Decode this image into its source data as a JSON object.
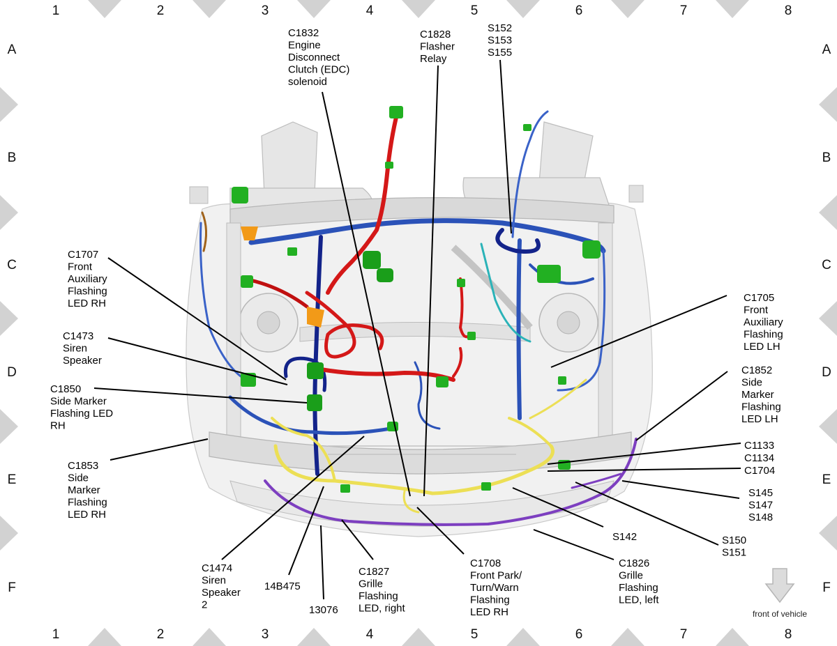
{
  "border": {
    "columns": [
      "1",
      "2",
      "3",
      "4",
      "5",
      "6",
      "7",
      "8"
    ],
    "rows": [
      "A",
      "B",
      "C",
      "D",
      "E",
      "F"
    ]
  },
  "callouts": [
    {
      "id": "c1832",
      "lines": [
        "C1832",
        "Engine",
        "Disconnect",
        "Clutch (EDC)",
        "solenoid"
      ]
    },
    {
      "id": "c1828",
      "lines": [
        "C1828",
        "Flasher",
        "Relay"
      ]
    },
    {
      "id": "s152",
      "lines": [
        "S152",
        "S153",
        "S155"
      ]
    },
    {
      "id": "c1707",
      "lines": [
        "C1707",
        "Front",
        "Auxiliary",
        "Flashing",
        "LED RH"
      ]
    },
    {
      "id": "c1473",
      "lines": [
        "C1473",
        "Siren",
        "Speaker"
      ]
    },
    {
      "id": "c1850",
      "lines": [
        "C1850",
        "Side Marker",
        "Flashing LED",
        "RH"
      ]
    },
    {
      "id": "c1853",
      "lines": [
        "C1853",
        "Side",
        "Marker",
        "Flashing",
        "LED RH"
      ]
    },
    {
      "id": "c1705",
      "lines": [
        "C1705",
        "Front",
        "Auxiliary",
        "Flashing",
        "LED LH"
      ]
    },
    {
      "id": "c1852",
      "lines": [
        "C1852",
        "Side",
        "Marker",
        "Flashing",
        "LED LH"
      ]
    },
    {
      "id": "c1133",
      "lines": [
        "C1133",
        "C1134",
        "C1704"
      ]
    },
    {
      "id": "s145",
      "lines": [
        "S145",
        "S147",
        "S148"
      ]
    },
    {
      "id": "s142",
      "lines": [
        "S142"
      ]
    },
    {
      "id": "s150",
      "lines": [
        "S150",
        "S151"
      ]
    },
    {
      "id": "c1474",
      "lines": [
        "C1474",
        "Siren",
        "Speaker",
        "2"
      ]
    },
    {
      "id": "b14b475",
      "lines": [
        "14B475"
      ]
    },
    {
      "id": "n13076",
      "lines": [
        "13076"
      ]
    },
    {
      "id": "c1827",
      "lines": [
        "C1827",
        "Grille",
        "Flashing",
        "LED, right"
      ]
    },
    {
      "id": "c1708",
      "lines": [
        "C1708",
        "Front Park/",
        "Turn/Warn",
        "Flashing",
        "LED RH"
      ]
    },
    {
      "id": "c1826",
      "lines": [
        "C1826",
        "Grille",
        "Flashing",
        "LED, left"
      ]
    }
  ],
  "front_of_vehicle_label": "front of vehicle",
  "colors": {
    "red_harness": "#d41818",
    "blue_harness": "#2b52b8",
    "navy_harness": "#13238a",
    "yellow_harness": "#ecdf55",
    "purple_harness": "#7d3fc0",
    "teal_harness": "#2bb3b8",
    "connector_green": "#22b022",
    "clip_orange": "#f29a18"
  }
}
